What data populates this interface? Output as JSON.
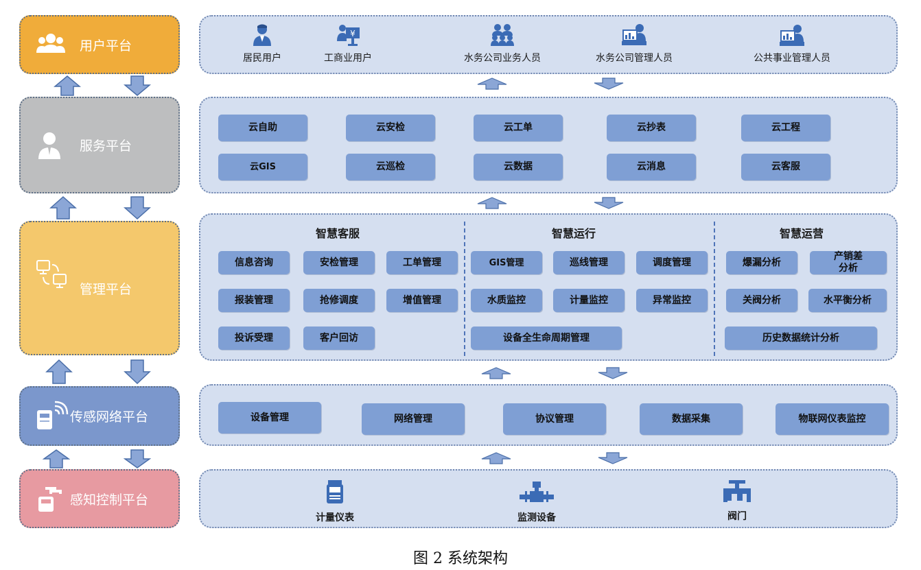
{
  "platforms": {
    "user": "用户平台",
    "service": "服务平台",
    "management": "管理平台",
    "sensor_network": "传感网络平台",
    "perception_control": "感知控制平台"
  },
  "users": [
    "居民用户",
    "工商业用户",
    "水务公司业务人员",
    "水务公司管理人员",
    "公共事业管理人员"
  ],
  "services": {
    "row1": [
      "云自助",
      "云安检",
      "云工单",
      "云抄表",
      "云工程"
    ],
    "row2": [
      "云GIS",
      "云巡检",
      "云数据",
      "云消息",
      "云客服"
    ]
  },
  "management": {
    "customer_service": {
      "title": "智慧客服",
      "items": [
        "信息咨询",
        "安检管理",
        "工单管理",
        "报装管理",
        "抢修调度",
        "增值管理",
        "投诉受理",
        "客户回访"
      ]
    },
    "operation": {
      "title": "智慧运行",
      "items": [
        "GIS管理",
        "巡线管理",
        "调度管理",
        "水质监控",
        "计量监控",
        "异常监控",
        "设备全生命周期管理"
      ]
    },
    "business": {
      "title": "智慧运营",
      "items": [
        "爆漏分析",
        "产销差\n分析",
        "关阀分析",
        "水平衡分析",
        "历史数据统计分析"
      ]
    }
  },
  "network": [
    "设备管理",
    "网络管理",
    "协议管理",
    "数据采集",
    "物联网仪表监控"
  ],
  "devices": [
    "计量仪表",
    "监测设备",
    "阀门"
  ],
  "caption": "图 2 系统架构",
  "colors": {
    "user_platform": "#f0ac3a",
    "service_platform": "#bdbebf",
    "management_platform": "#f4c86c",
    "sensor_platform": "#7b97cc",
    "perception_platform": "#e79aa1",
    "panel_bg": "#d5dff0",
    "module": "#7f9fd4",
    "arrow": "#8ba6d6",
    "icon": "#3b6bb5"
  },
  "icons": [
    "users-icon",
    "person-icon",
    "monitors-icon",
    "meter-wifi-icon",
    "meter-tap-icon",
    "resident-icon",
    "business-user-icon",
    "staff-group-icon",
    "manager-icon",
    "public-admin-icon",
    "meter-icon",
    "flow-meter-icon",
    "valve-icon",
    "up-arrow-icon",
    "down-arrow-icon"
  ]
}
